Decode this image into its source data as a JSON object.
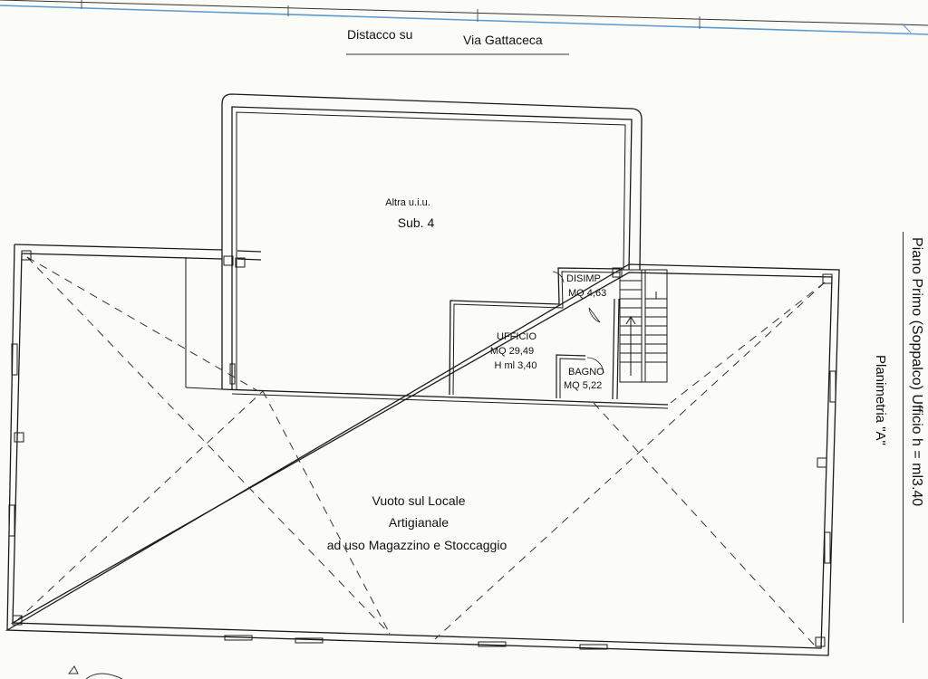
{
  "header": {
    "distacco": "Distacco su",
    "via": "Via  Gattaceca"
  },
  "rooms": {
    "altra_uiu": "Altra u.i.u.",
    "sub4": "Sub. 4",
    "disimp_name": "DISIMP.",
    "disimp_area": "MQ 4,63",
    "ufficio_name": "UFFICIO",
    "ufficio_area": "MQ 29,49",
    "ufficio_height": "H ml 3,40",
    "bagno_name": "BAGNO",
    "bagno_area": "MQ 5,22"
  },
  "void": {
    "line1": "Vuoto sul Locale",
    "line2": "Artigianale",
    "line3": "ad uso Magazzino e Stoccaggio"
  },
  "side_title": {
    "line1": "Piano  Primo  (Soppalco)      Ufficio     h = ml3.40",
    "line2": "Planimetria \"A\""
  },
  "colors": {
    "wall": "#1a1a1a",
    "road_line": "#5a9ad0",
    "paper": "#fbfbf8"
  }
}
